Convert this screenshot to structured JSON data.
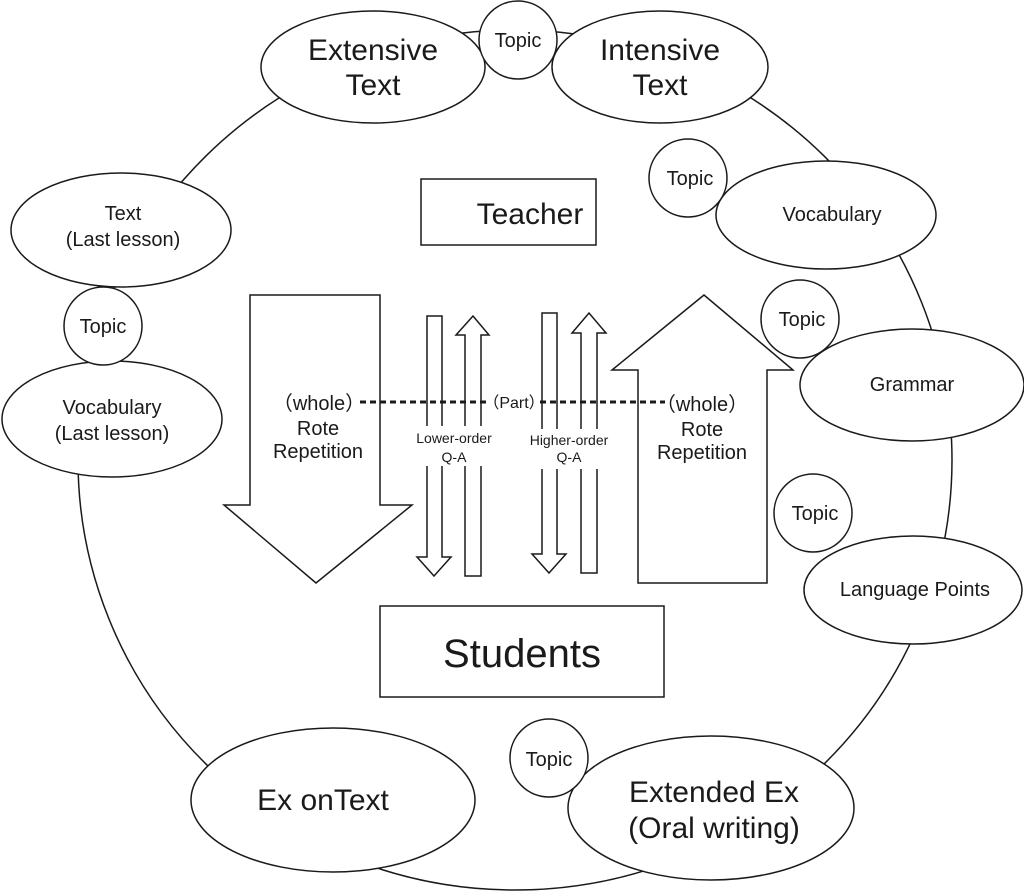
{
  "nodes": {
    "extensive_text": [
      "Extensive",
      "Text"
    ],
    "intensive_text": [
      "Intensive",
      "Text"
    ],
    "vocabulary": [
      "Vocabulary"
    ],
    "grammar": [
      "Grammar"
    ],
    "language_points": [
      "Language Points"
    ],
    "extended_ex": [
      "Extended Ex",
      "(Oral writing)"
    ],
    "ex_on_text": [
      "Ex onText"
    ],
    "vocabulary_last": [
      "Vocabulary",
      "(Last lesson)"
    ],
    "text_last": [
      "Text",
      "(Last lesson)"
    ]
  },
  "topic_label": "Topic",
  "teacher_label": "Teacher",
  "students_label": "Students",
  "left_arrow": {
    "whole": "（whole）",
    "line1": "Rote",
    "line2": "Repetition"
  },
  "right_arrow": {
    "whole": "（whole）",
    "line1": "Rote",
    "line2": "Repetition"
  },
  "part_label": "（Part）",
  "lower_qa": [
    "Lower-order",
    "Q-A"
  ],
  "higher_qa": [
    "Higher-order",
    "Q-A"
  ]
}
